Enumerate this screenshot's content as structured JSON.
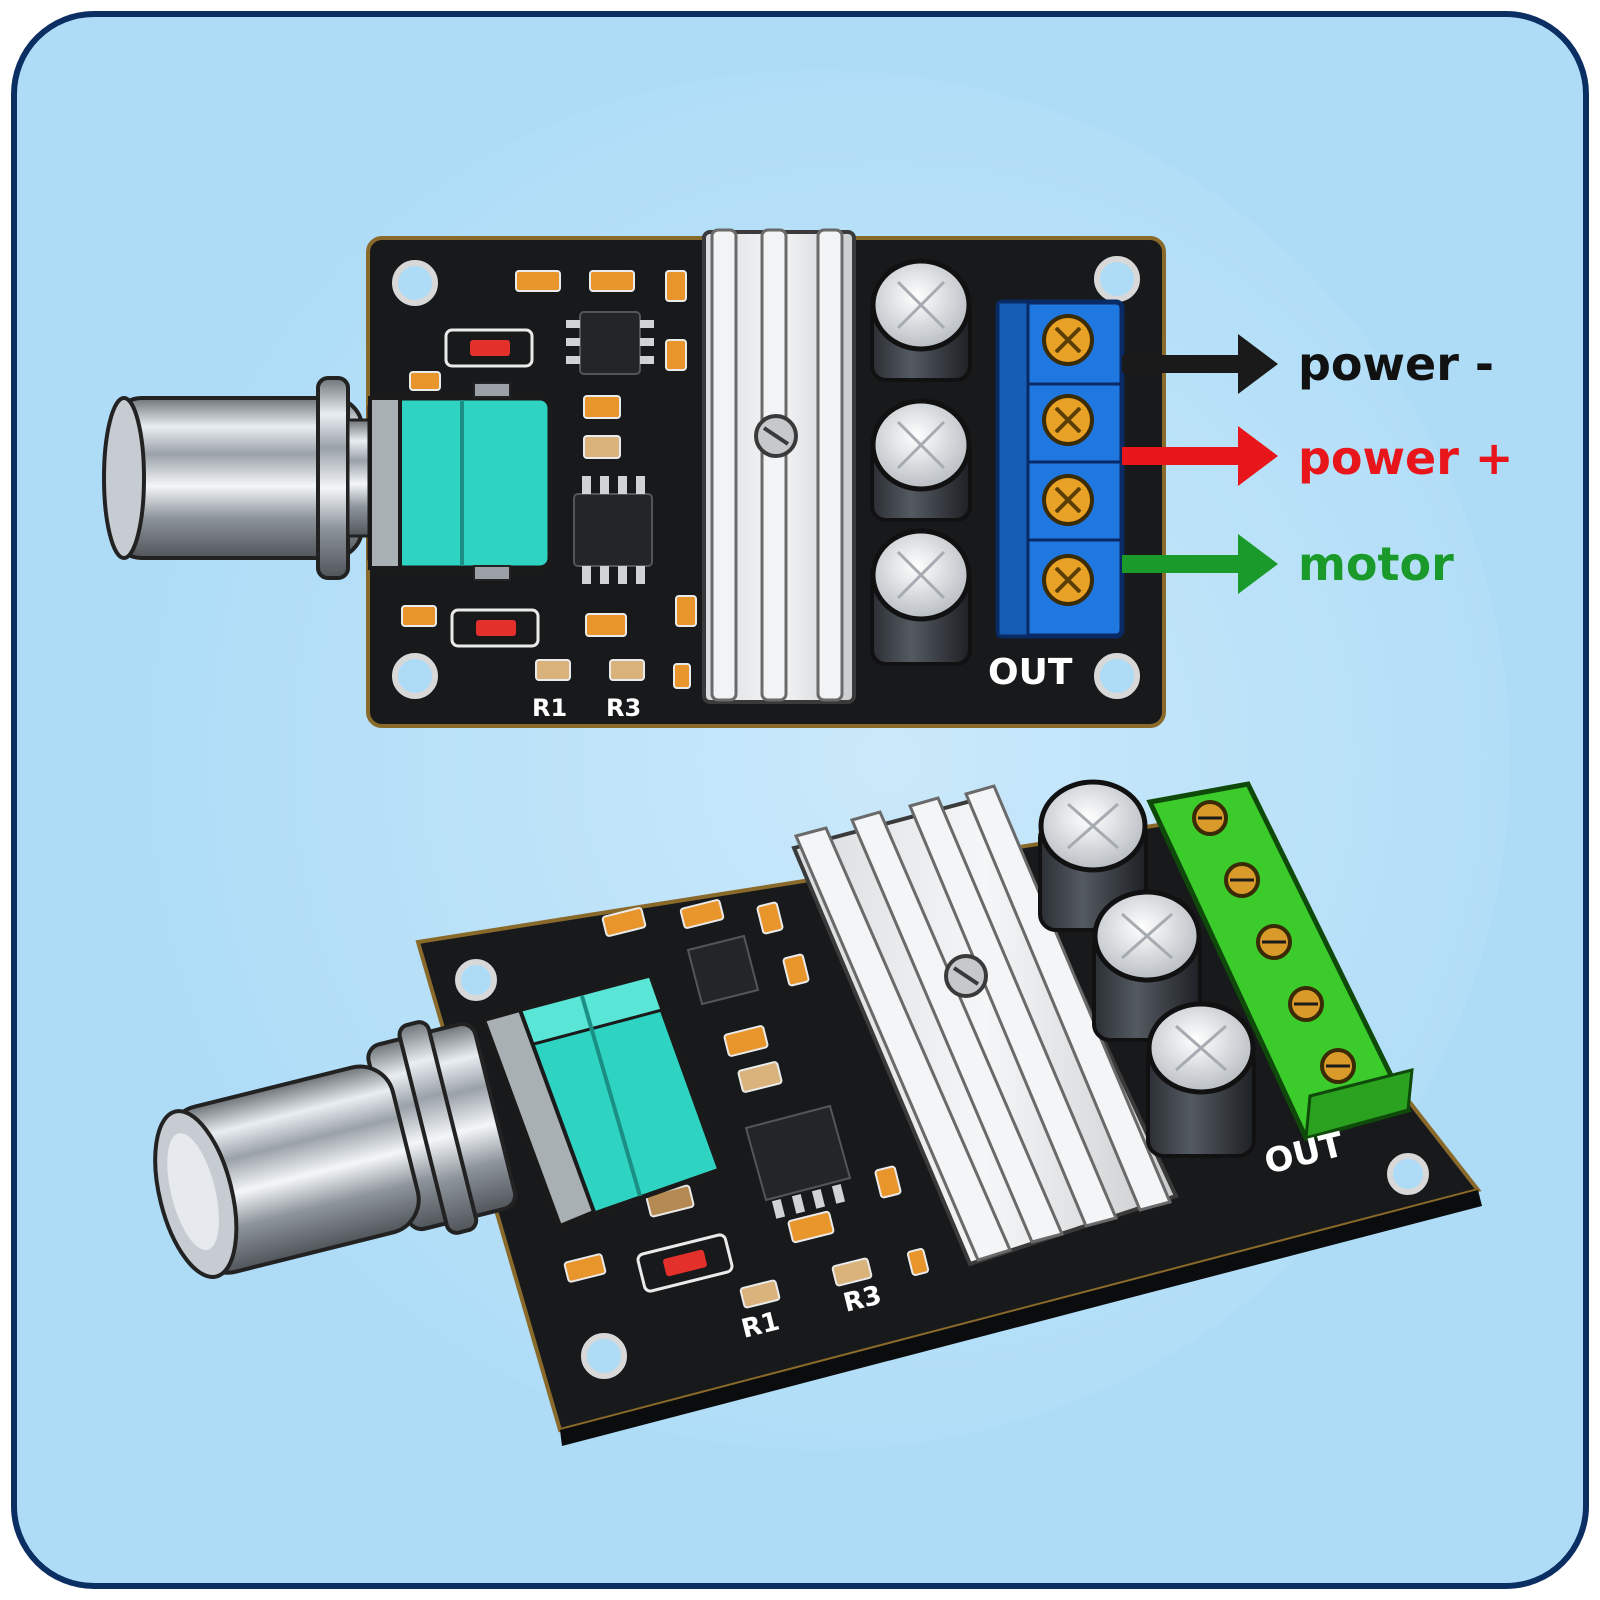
{
  "labels": {
    "power_minus": "power -",
    "power_plus": "power +",
    "motor": "motor"
  },
  "silkscreen": {
    "out": "OUT",
    "r1": "R1",
    "r3": "R3"
  },
  "colors": {
    "background": "#aedcf7",
    "frame_border": "#0c2f63",
    "pcb": "#17191b",
    "knob_body": "#2ed3c1",
    "terminal_top": "#1f78e0",
    "terminal_bottom": "#3bcc2c",
    "arrow_minus": "#1a1a1a",
    "arrow_plus": "#e8151a",
    "arrow_motor": "#1a9a2a"
  },
  "icons": {
    "knob": "potentiometer-knob-icon",
    "heatsink": "heatsink-icon",
    "capacitor": "electrolytic-capacitor-icon",
    "terminal": "screw-terminal-icon"
  }
}
